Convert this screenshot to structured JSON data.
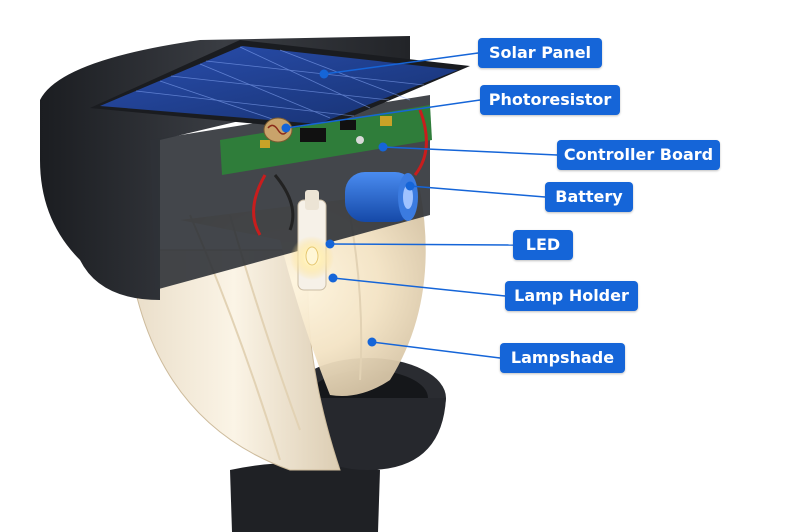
{
  "diagram": {
    "labels": {
      "solar_panel": "Solar Panel",
      "photoresistor": "Photoresistor",
      "controller_board": "Controller Board",
      "battery": "Battery",
      "led": "LED",
      "lamp_holder": "Lamp Holder",
      "lampshade": "Lampshade"
    }
  },
  "colors": {
    "label_bg": "#1565d8",
    "label_text": "#ffffff",
    "leader_line": "#1565d8",
    "housing": "#2b2e33",
    "solar_cell": "#1e3a8a",
    "pcb": "#2f7d3a",
    "battery": "#1d5fc9",
    "lens": "#f3e6cf"
  }
}
